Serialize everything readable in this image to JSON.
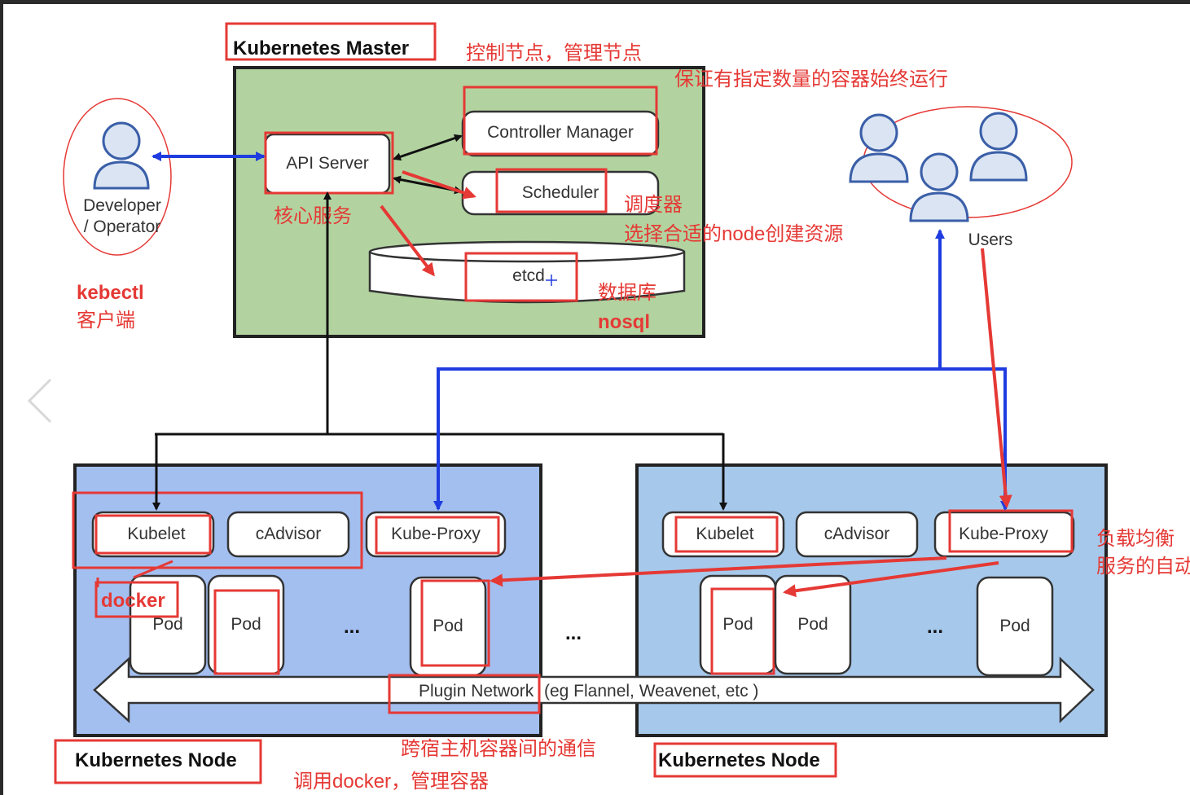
{
  "master": {
    "title": "Kubernetes Master",
    "api_server": "API Server",
    "controller_manager": "Controller Manager",
    "scheduler": "Scheduler",
    "etcd": "etcd"
  },
  "actors": {
    "developer_line1": "Developer",
    "developer_line2": "/ Operator",
    "users": "Users"
  },
  "nodes": [
    {
      "title": "Kubernetes Node",
      "kubelet": "Kubelet",
      "cadvisor": "cAdvisor",
      "kube_proxy": "Kube-Proxy",
      "pods": [
        "Pod",
        "Pod",
        "Pod"
      ],
      "ellipsis": "..."
    },
    {
      "title": "Kubernetes Node",
      "kubelet": "Kubelet",
      "cadvisor": "cAdvisor",
      "kube_proxy": "Kube-Proxy",
      "pods": [
        "Pod",
        "Pod",
        "Pod"
      ],
      "ellipsis": "..."
    }
  ],
  "between_nodes": "...",
  "network": {
    "label_a": "Plugin Network",
    "label_b": "(eg Flannel, Weavenet, etc )"
  },
  "annotations": {
    "control_node": "控制节点，管理节点",
    "keep_containers": "保证有指定数量的容器始终运行",
    "core_service": "核心服务",
    "scheduler_cn": "调度器",
    "scheduler_desc": "选择合适的node创建资源",
    "database": "数据库",
    "nosql": "nosql",
    "kubectl": "kebectl",
    "client": "客户端",
    "docker": "docker",
    "load_balance_1": "负载均衡",
    "load_balance_2": "服务的自动",
    "cross_host": "跨宿主机容器间的通信",
    "call_docker": "调用docker，管理容器"
  },
  "colors": {
    "master_fill": "#b2d3a0",
    "node1_fill": "#a3bff0",
    "node2_fill": "#a6c8ea",
    "annotation_red": "#e53935",
    "arrow_blue": "#1f3ce0"
  }
}
